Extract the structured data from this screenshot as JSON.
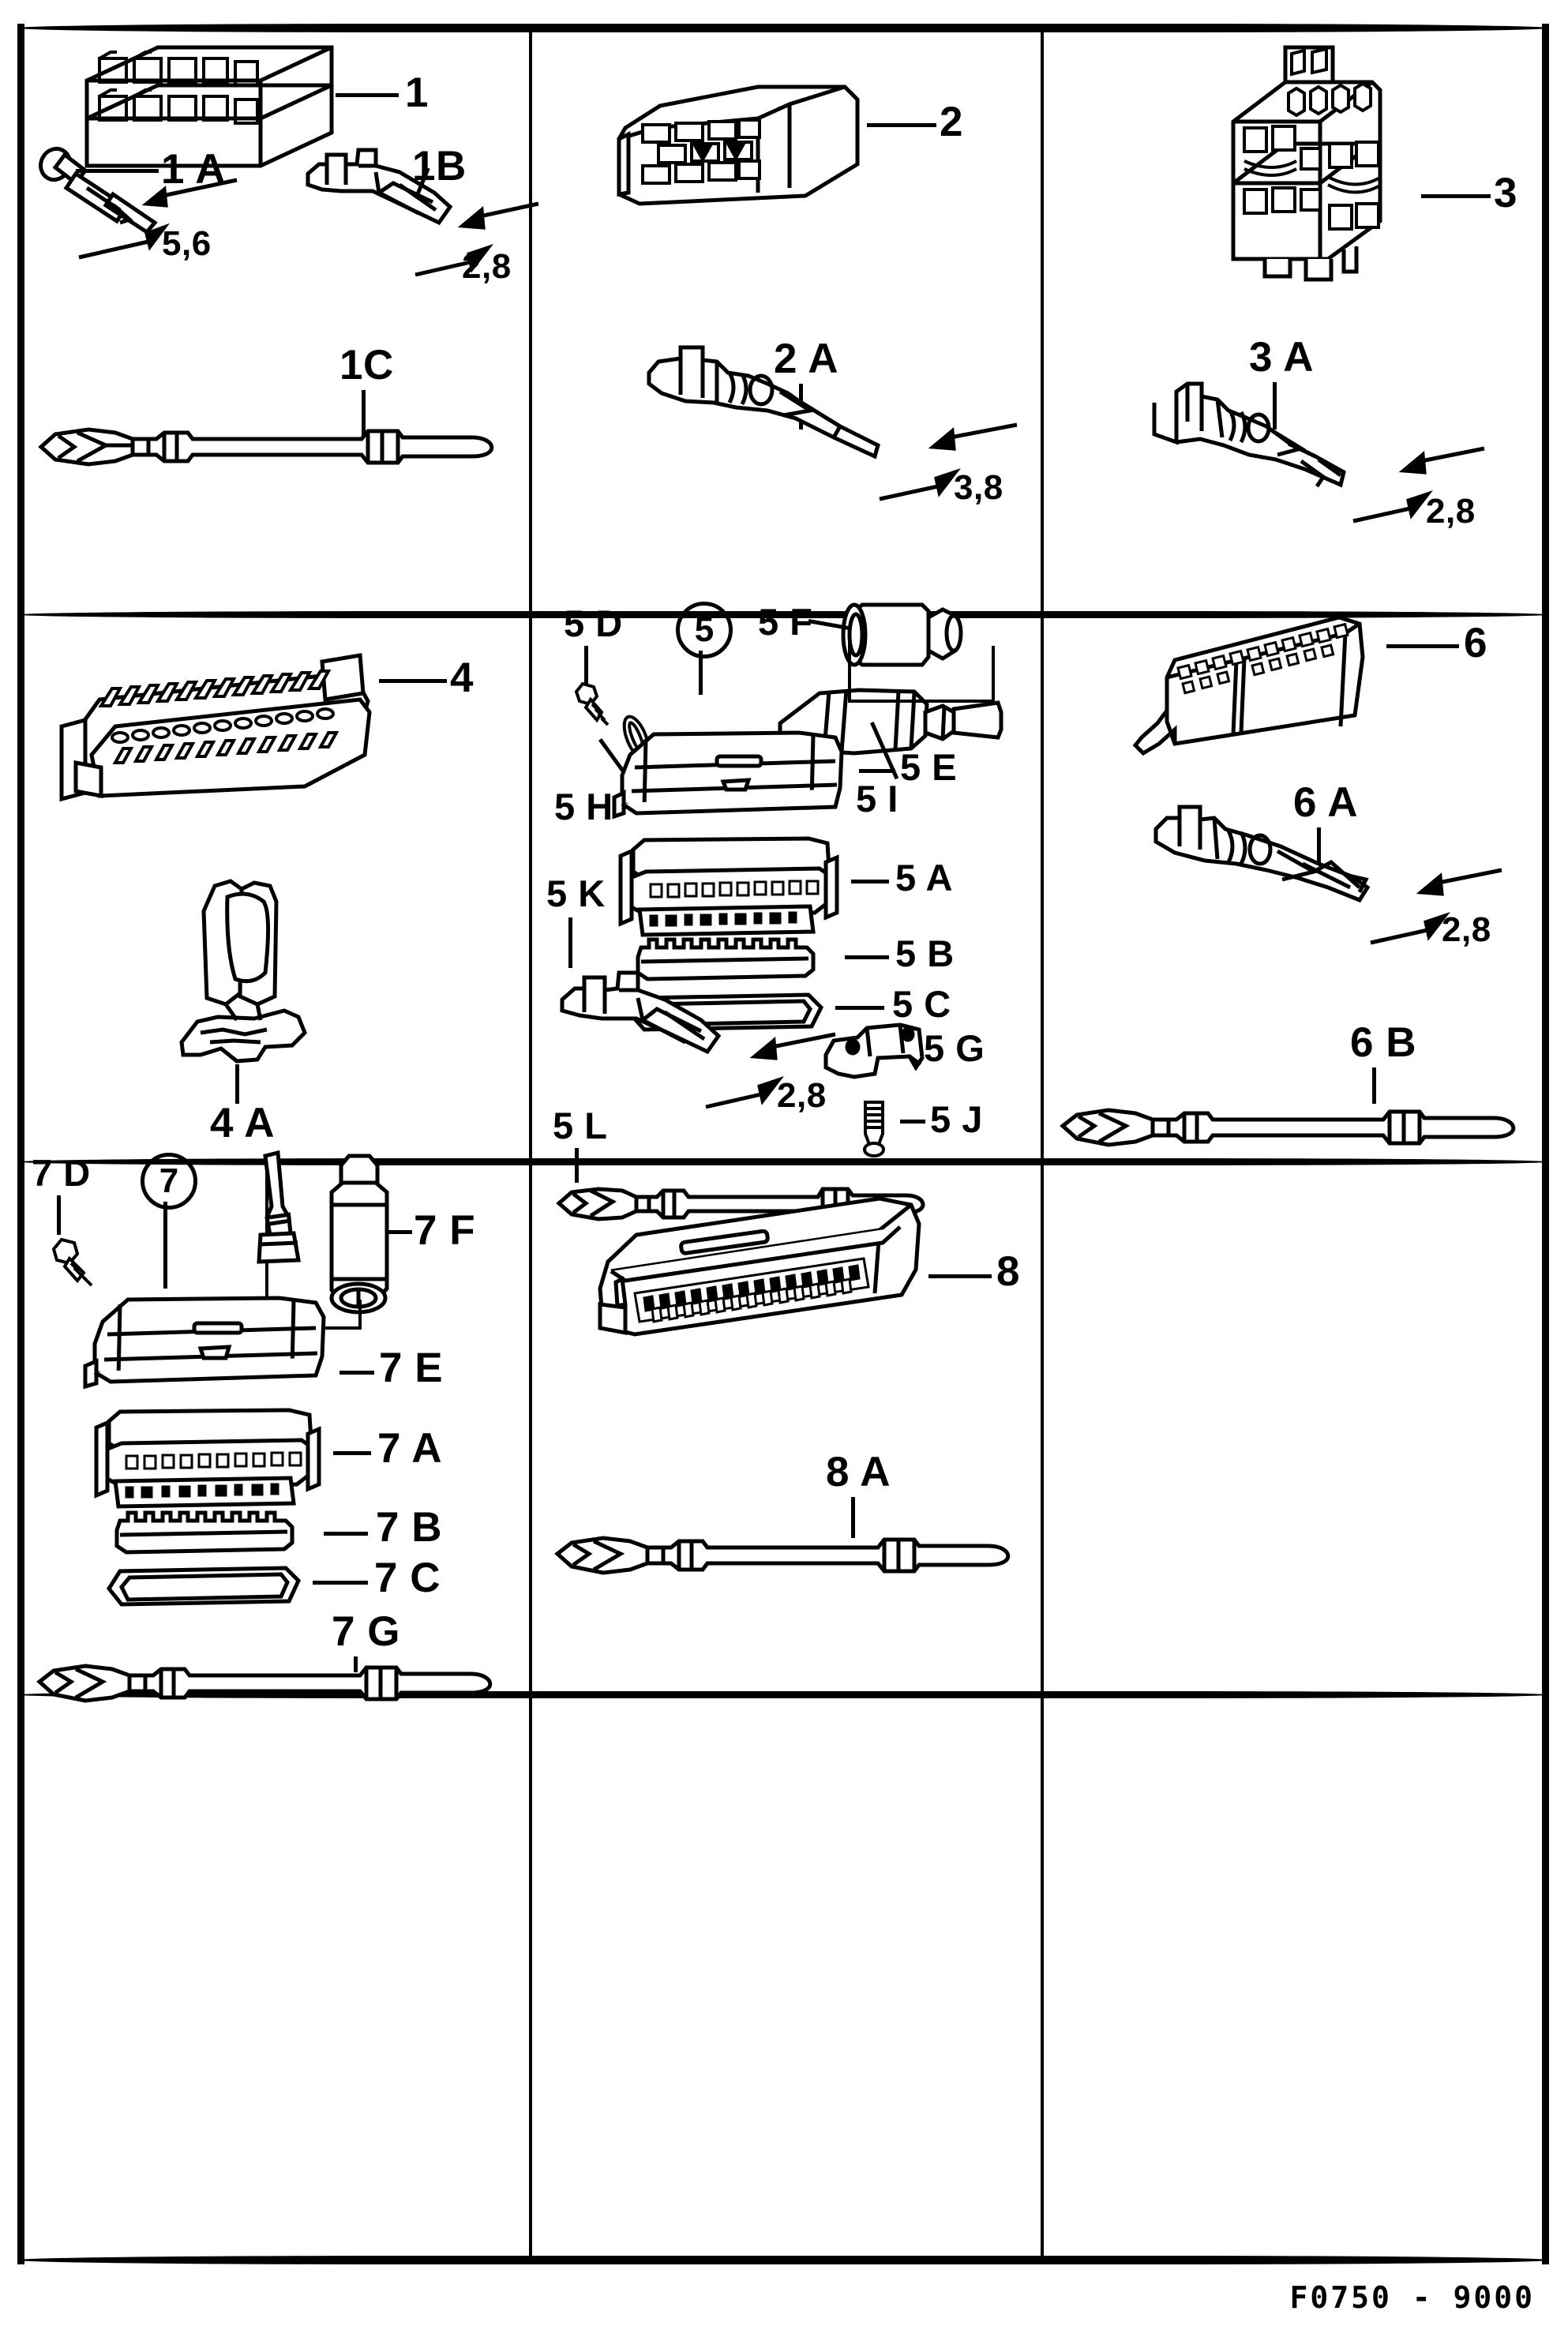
{
  "document": {
    "type": "parts-illustration",
    "footer_code": "F0750 - 9000"
  },
  "grid": {
    "columns": 3,
    "rows": 4,
    "cells": [
      {
        "id": "cell-1",
        "row": 1,
        "col": 1,
        "part": "1"
      },
      {
        "id": "cell-2",
        "row": 1,
        "col": 2,
        "part": "2"
      },
      {
        "id": "cell-3",
        "row": 1,
        "col": 3,
        "part": "3"
      },
      {
        "id": "cell-4",
        "row": 2,
        "col": 1,
        "part": "4"
      },
      {
        "id": "cell-5",
        "row": 2,
        "col": 2,
        "part": "5"
      },
      {
        "id": "cell-6",
        "row": 2,
        "col": 3,
        "part": "6"
      },
      {
        "id": "cell-7",
        "row": 3,
        "col": 1,
        "part": "7"
      },
      {
        "id": "cell-8",
        "row": 3,
        "col": 2,
        "part": "8"
      },
      {
        "id": "cell-9",
        "row": 3,
        "col": 3,
        "part": ""
      },
      {
        "id": "cell-10",
        "row": 4,
        "col": 1,
        "part": ""
      },
      {
        "id": "cell-11",
        "row": 4,
        "col": 2,
        "part": ""
      },
      {
        "id": "cell-12",
        "row": 4,
        "col": 3,
        "part": ""
      }
    ]
  },
  "cell1": {
    "housing_label": "1",
    "terminal_male_label": "1 A",
    "terminal_male_dim": "5,6",
    "terminal_female_label": "1B",
    "terminal_female_dim": "2,8",
    "lead_label": "1C"
  },
  "cell2": {
    "housing_label": "2",
    "terminal_label": "2 A",
    "terminal_dim": "3,8"
  },
  "cell3": {
    "housing_label": "3",
    "terminal_label": "3 A",
    "terminal_dim": "2,8"
  },
  "cell4": {
    "housing_label": "4",
    "terminal_label": "4 A"
  },
  "cell5": {
    "assembly_label": "5",
    "screw_label": "5 D",
    "seal_label": "5 H",
    "cap_label": "5 F",
    "cover_label": "5 E",
    "grommet_label": "5 I",
    "body_label": "5 A",
    "comb_label": "5 B",
    "gasket_label": "5 C",
    "terminal_label": "5 K",
    "terminal_dim": "2,8",
    "clamp_label": "5 G",
    "screw2_label": "5 J",
    "lead_label": "5 L"
  },
  "cell6": {
    "housing_label": "6",
    "terminal_label": "6 A",
    "terminal_dim": "2,8",
    "lead_label": "6 B"
  },
  "cell7": {
    "assembly_label": "7",
    "screw_label": "7 D",
    "cap_label": "7 F",
    "cover_label": "7 E",
    "body_label": "7 A",
    "comb_label": "7 B",
    "gasket_label": "7 C",
    "lead_label": "7 G"
  },
  "cell8": {
    "housing_label": "8",
    "lead_label": "8 A"
  }
}
